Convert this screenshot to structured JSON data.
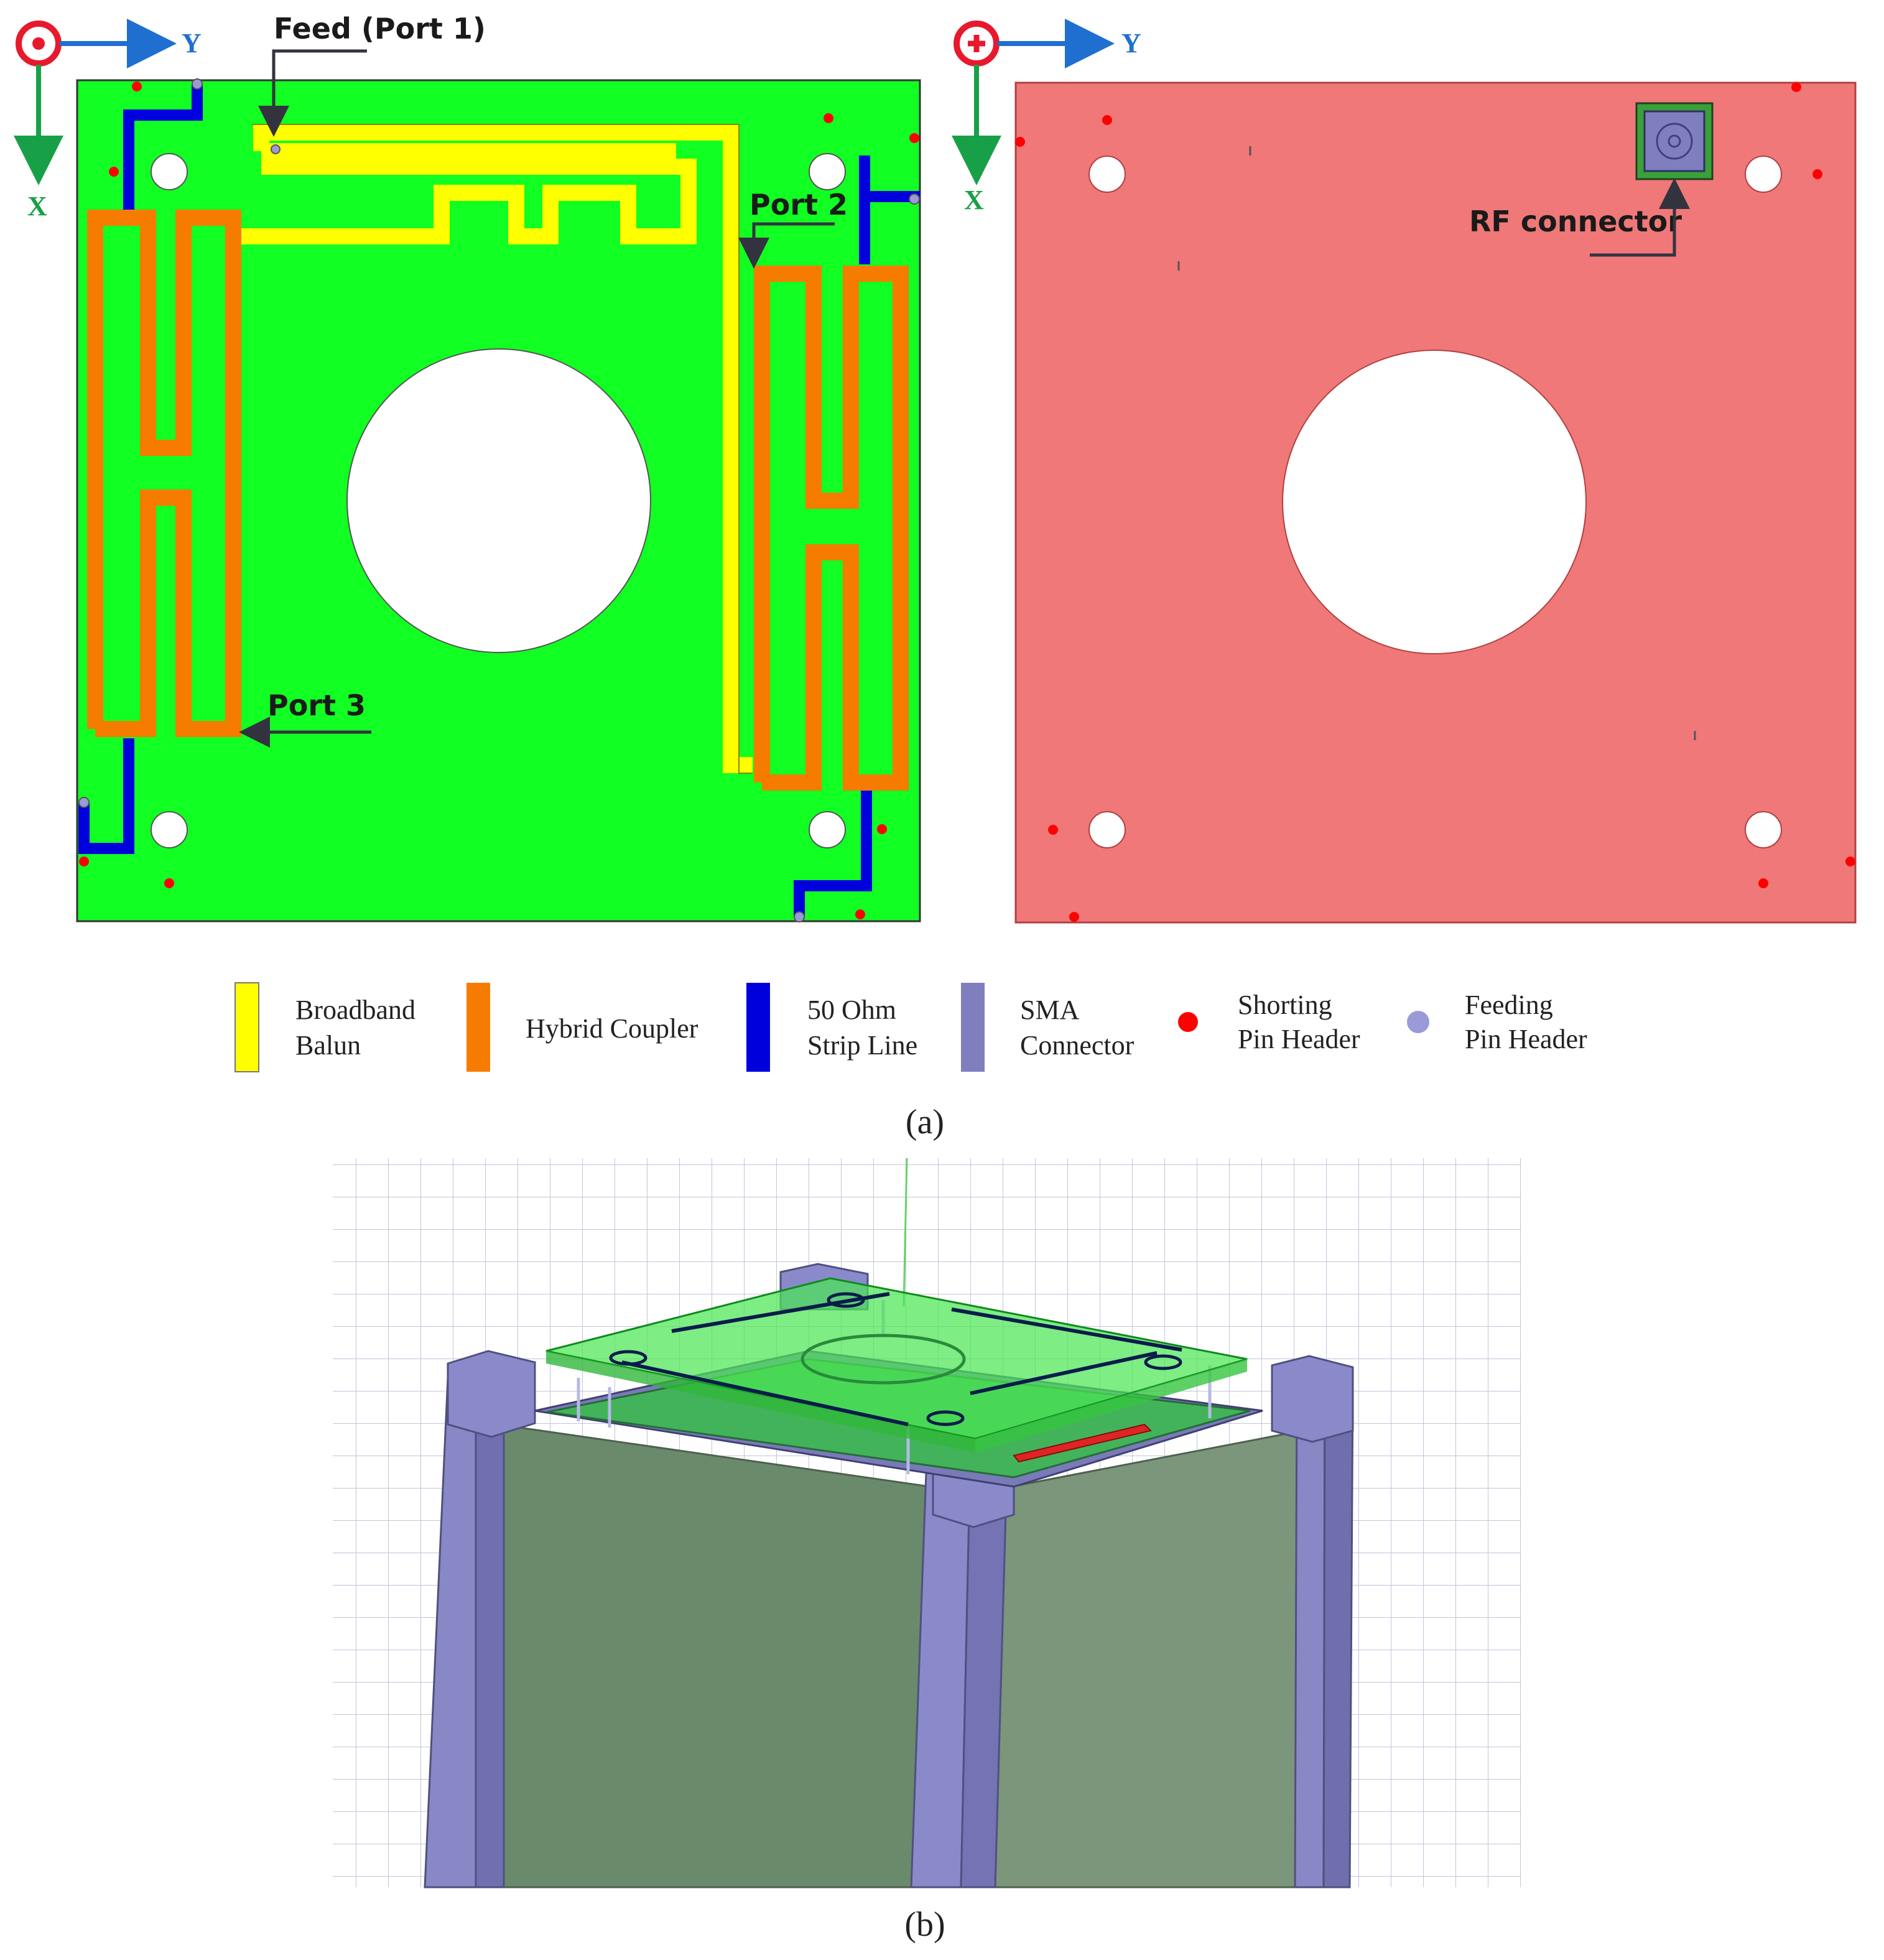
{
  "panel_a": {
    "caption": "(a)",
    "top_view": {
      "axis_y": "Y",
      "axis_x": "X",
      "labels": {
        "feed": "Feed (Port 1)",
        "port2": "Port 2",
        "port3": "Port 3"
      }
    },
    "bottom_view": {
      "axis_y": "Y",
      "axis_x": "X",
      "labels": {
        "rf_connector": "RF connector"
      }
    },
    "legend": [
      {
        "line1": "Broadband",
        "line2": "Balun",
        "color": "#ffff00",
        "icon": "legend-bar"
      },
      {
        "line1": "Hybrid Coupler",
        "line2": "",
        "color": "#f57c00",
        "icon": "legend-bar"
      },
      {
        "line1": "50 Ohm",
        "line2": "Strip Line",
        "color": "#0000dd",
        "icon": "legend-bar"
      },
      {
        "line1": "SMA",
        "line2": "Connector",
        "color": "#7f7fbf",
        "icon": "legend-bar"
      },
      {
        "line1": "Shorting",
        "line2": "Pin Header",
        "color": "#ff0000",
        "icon": "legend-dot"
      },
      {
        "line1": "Feeding",
        "line2": "Pin Header",
        "color": "#9a9ad8",
        "icon": "legend-dot"
      }
    ],
    "colors": {
      "top_board": "#11ff22",
      "bottom_board": "#f07878",
      "balun": "#ffff00",
      "coupler": "#f57c00",
      "strip_line": "#0000dd",
      "sma": "#7f7fbf",
      "shorting_pin": "#ff0000",
      "feeding_pin": "#9a9ad8"
    }
  },
  "panel_b": {
    "caption": "(b)"
  }
}
